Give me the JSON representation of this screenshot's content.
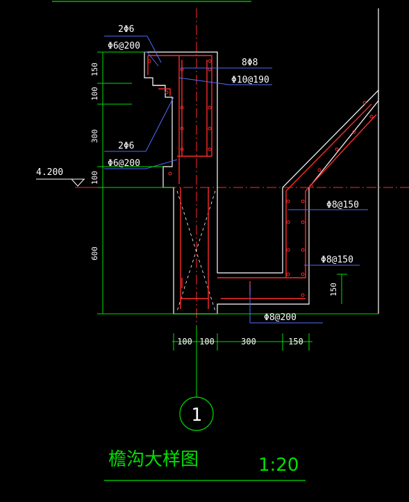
{
  "drawing": {
    "title": "檐沟大样图",
    "scale": "1:20",
    "detail_number": "1",
    "elevation": "4.200",
    "rebar_labels": {
      "top_2phi6": "2Φ6",
      "top_phi6_200": "Φ6@200",
      "mid_8phi8": "8Φ8",
      "mid_phi10_190": "Φ10@190",
      "lower_2phi6": "2Φ6",
      "lower_phi6_200": "Φ6@200",
      "right_phi8_150_a": "Φ8@150",
      "right_phi8_150_b": "Φ8@150",
      "bottom_phi8_200": "Φ8@200"
    },
    "vertical_dims": [
      "150",
      "100",
      "300",
      "100",
      "600"
    ],
    "horizontal_dims": [
      "100",
      "100",
      "300",
      "150"
    ],
    "side_dim": "150",
    "colors": {
      "background": "#000000",
      "concrete": "#ffffff",
      "rebar": "#ff2a2a",
      "dimension": "#00e000",
      "leader": "#4f6bff",
      "axis": "#ff2a2a"
    }
  }
}
